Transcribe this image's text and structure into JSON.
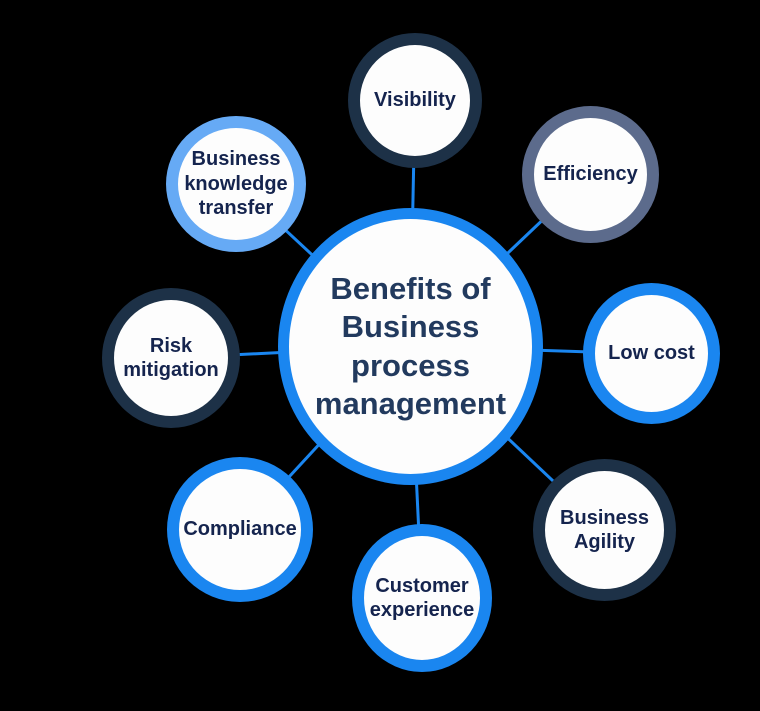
{
  "diagram": {
    "center": {
      "title": "Benefits of Business process management",
      "title_lines": [
        "Benefits of",
        "Business process",
        "management"
      ]
    },
    "nodes": [
      {
        "label": "Visibility",
        "border_color": "#1d3147"
      },
      {
        "label": "Efficiency",
        "border_color": "#5c6b8c"
      },
      {
        "label": "Low cost",
        "border_color": "#1a86f0"
      },
      {
        "label": "Business Agility",
        "border_color": "#1d3147"
      },
      {
        "label": "Customer experience",
        "border_color": "#1a86f0"
      },
      {
        "label": "Compliance",
        "border_color": "#1a86f0"
      },
      {
        "label": "Risk mitigation",
        "border_color": "#1d3147"
      },
      {
        "label": "Business knowledge transfer",
        "border_color": "#66aaf5"
      }
    ],
    "colors": {
      "accent_blue": "#1a86f0",
      "dark_navy": "#1d3147",
      "slate_blue": "#5c6b8c",
      "light_blue": "#66aaf5",
      "circle_fill": "#fdfdfd",
      "center_text": "#223a5e",
      "label_text": "#15244e",
      "connector": "#1a86f0",
      "background": "#000000"
    }
  }
}
